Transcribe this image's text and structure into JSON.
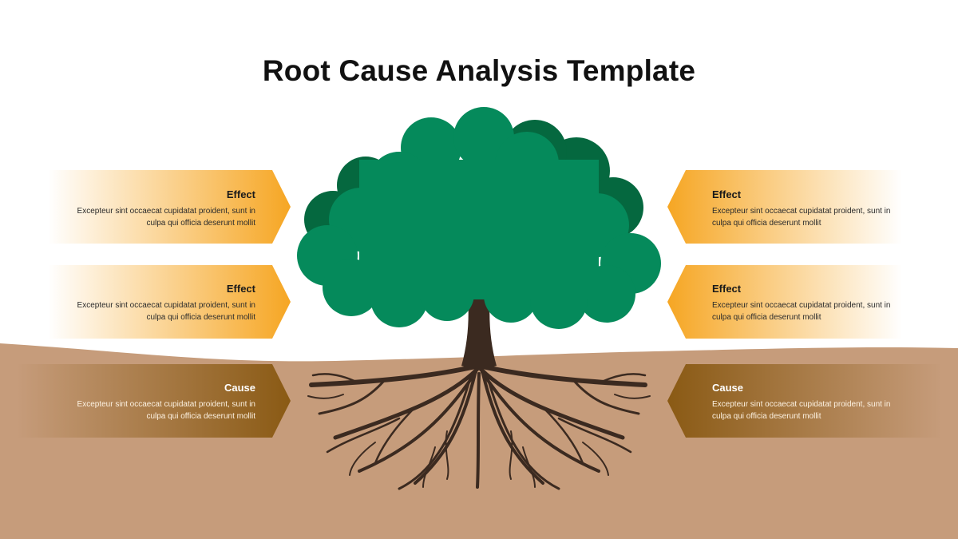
{
  "title": "Root Cause Analysis Template",
  "colors": {
    "effect_accent": "#F6A623",
    "cause_accent": "#8A5A14",
    "ground": "#C69C7B",
    "tree_canopy": "#058A5B",
    "tree_canopy_shadow": "#05683F",
    "trunk": "#3B2A20"
  },
  "boxes": {
    "left": [
      {
        "kind": "effect",
        "heading": "Effect",
        "text": "Excepteur sint occaecat cupidatat proident, sunt in culpa qui officia deserunt mollit"
      },
      {
        "kind": "effect",
        "heading": "Effect",
        "text": "Excepteur sint occaecat cupidatat proident, sunt in culpa qui officia deserunt mollit"
      },
      {
        "kind": "cause",
        "heading": "Cause",
        "text": "Excepteur sint occaecat cupidatat proident, sunt in culpa qui officia deserunt mollit"
      }
    ],
    "right": [
      {
        "kind": "effect",
        "heading": "Effect",
        "text": "Excepteur sint occaecat cupidatat proident, sunt in culpa qui officia deserunt mollit"
      },
      {
        "kind": "effect",
        "heading": "Effect",
        "text": "Excepteur sint occaecat cupidatat proident, sunt in culpa qui officia deserunt mollit"
      },
      {
        "kind": "cause",
        "heading": "Cause",
        "text": "Excepteur sint occaecat cupidatat proident, sunt in culpa qui officia deserunt mollit"
      }
    ]
  }
}
